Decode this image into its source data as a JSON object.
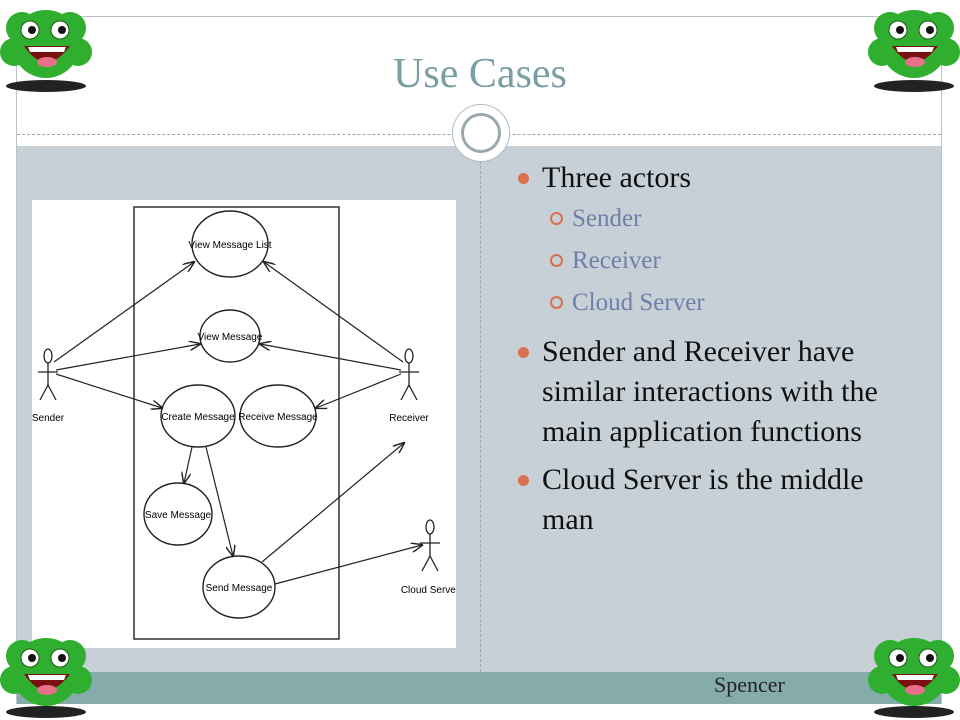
{
  "slide": {
    "title": "Use Cases",
    "footer": "Spencer"
  },
  "bullets": [
    {
      "text": "Three actors",
      "sub": [
        "Sender",
        "Receiver",
        "Cloud Server"
      ]
    },
    {
      "text": "Sender and Receiver have similar interactions with the main application functions",
      "sub": []
    },
    {
      "text": "Cloud Server is the middle man",
      "sub": []
    }
  ],
  "diagram": {
    "actors": [
      "Sender",
      "Receiver",
      "Cloud Server"
    ],
    "use_cases": [
      "View Message List",
      "View Message",
      "Create Message",
      "Receive Message",
      "Save Message",
      "Send Message"
    ]
  },
  "colors": {
    "accent": "#d9704f",
    "title": "#7a9ea3",
    "content_bg": "#c6d0d6",
    "footer_band": "#86abab",
    "face_green": "#2fae2f"
  },
  "icons": [
    "smiley-face-icon"
  ]
}
